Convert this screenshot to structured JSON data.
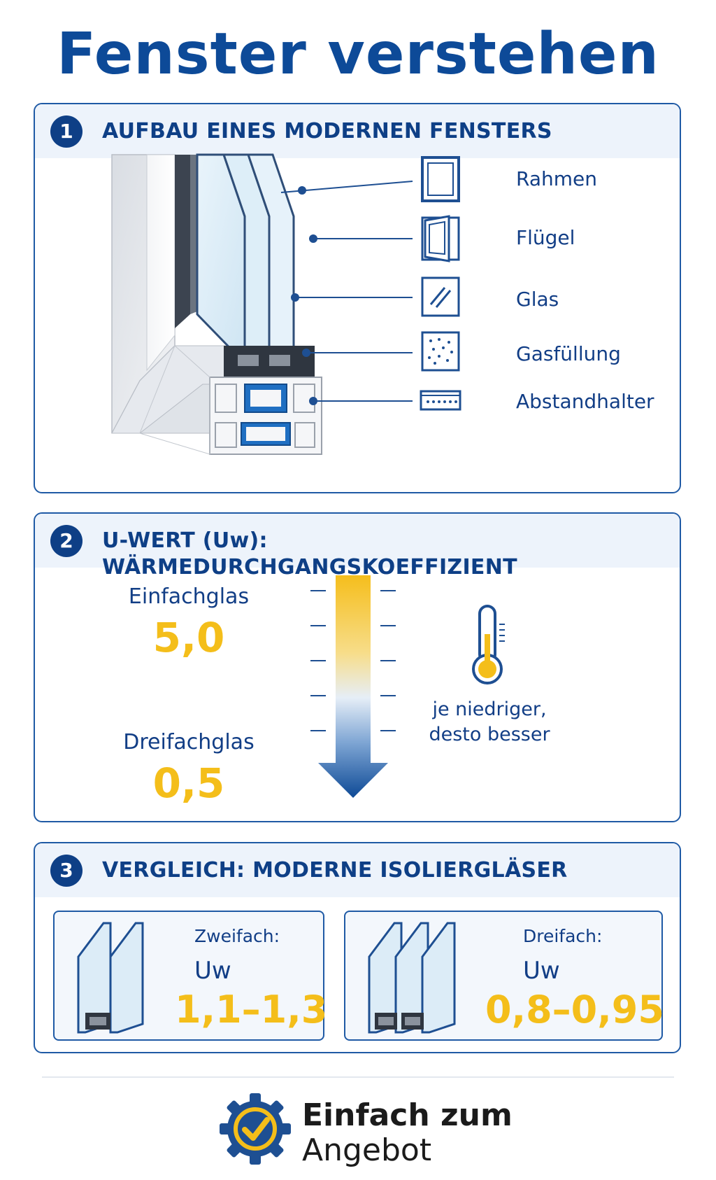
{
  "title": "Fenster verstehen",
  "section1": {
    "number": "1",
    "title": "AUFBAU EINES MODERNEN FENSTERS",
    "legend": [
      {
        "label": "Rahmen",
        "icon": "frame-icon"
      },
      {
        "label": "Flügel",
        "icon": "sash-icon"
      },
      {
        "label": "Glas",
        "icon": "glass-icon"
      },
      {
        "label": "Gasfüllung",
        "icon": "gas-fill-icon"
      },
      {
        "label": "Abstandhalter",
        "icon": "spacer-icon"
      }
    ]
  },
  "section2": {
    "number": "2",
    "title": "U-WERT (Uw): WÄRMEDURCHGANGSKOEFFIZIENT",
    "single_label": "Einfachglas",
    "single_value": "5,0",
    "triple_label": "Dreifachglas",
    "triple_value": "0,5",
    "note_line1": "je niedriger,",
    "note_line2": "desto besser"
  },
  "section3": {
    "number": "3",
    "title": "VERGLEICH: MODERNE ISOLIERGLÄSER",
    "double": {
      "type": "Zweifach:",
      "uw": "Uw",
      "range": "1,1–1,3"
    },
    "triple": {
      "type": "Dreifach:",
      "uw": "Uw",
      "range": "0,8–0,95"
    }
  },
  "logo": {
    "line1": "Einfach zum",
    "line2": "Angebot"
  },
  "colors": {
    "primary": "#0e3f86",
    "accent": "#f4be1a",
    "light": "#edf3fb"
  }
}
